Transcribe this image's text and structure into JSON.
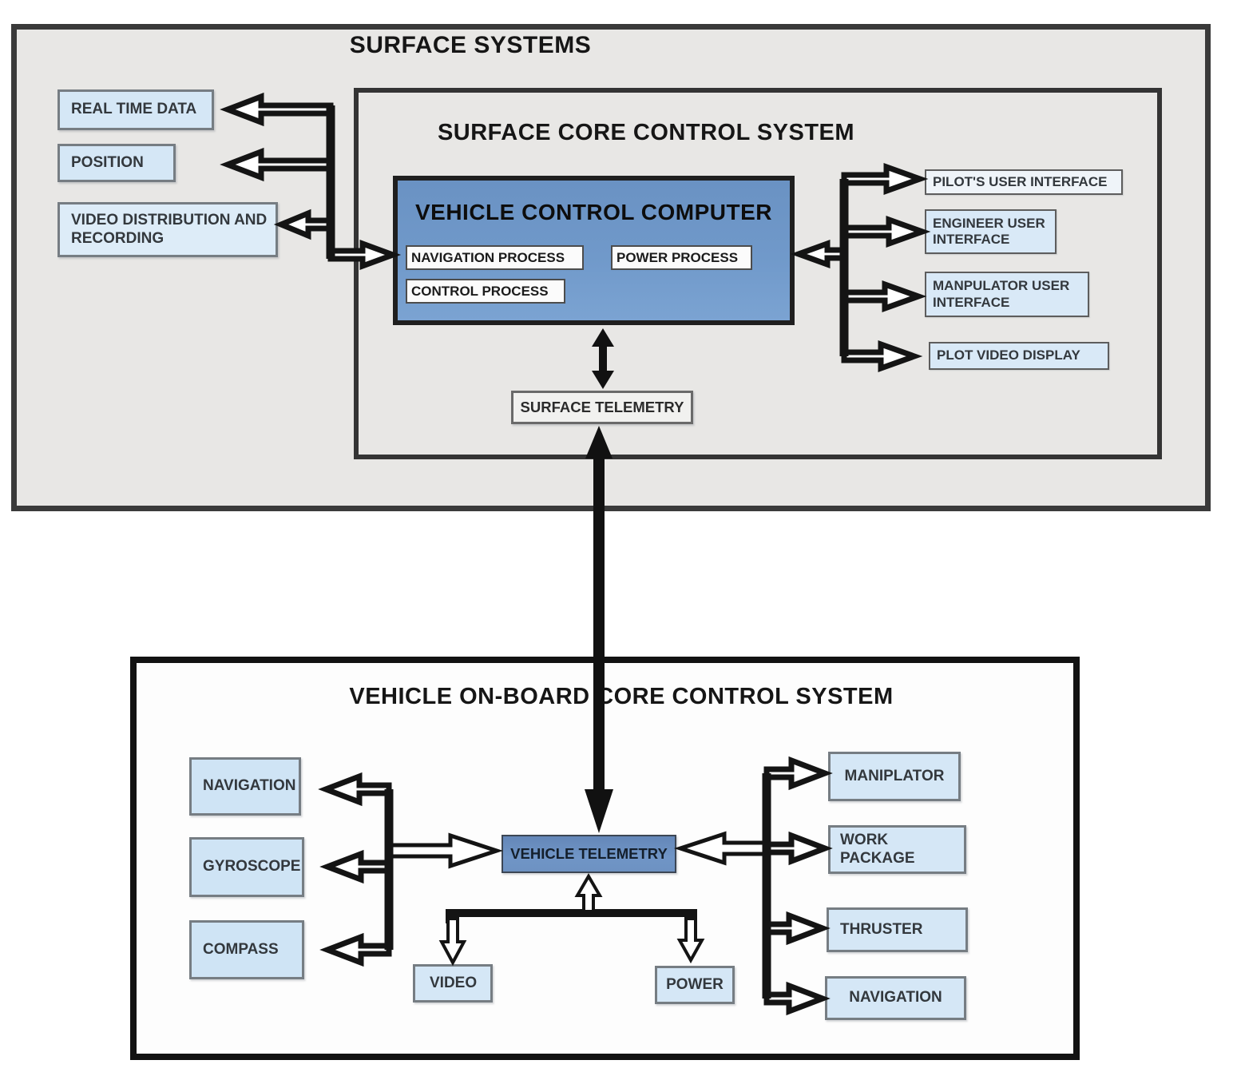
{
  "colors": {
    "panel_gray": "#e8e7e5",
    "box_blue_light": "#d5e7f6",
    "box_blue_lighter": "#ddecf8",
    "computer_blue": "#6e96c7",
    "line_black": "#141414"
  },
  "surface": {
    "title": "SURFACE SYSTEMS",
    "real_time_data": "REAL TIME DATA",
    "position": "POSITION",
    "video_distribution": "VIDEO DISTRIBUTION AND RECORDING",
    "core": {
      "title": "SURFACE CORE CONTROL SYSTEM",
      "computer_title": "VEHICLE CONTROL COMPUTER",
      "navigation_process": "NAVIGATION PROCESS",
      "power_process": "POWER PROCESS",
      "control_process": "CONTROL PROCESS",
      "surface_telemetry": "SURFACE TELEMETRY",
      "pilots_ui": "PILOT'S USER INTERFACE",
      "engineer_ui": "ENGINEER USER INTERFACE",
      "manipulator_ui": "MANPULATOR USER INTERFACE",
      "plot_video_display": "PLOT VIDEO DISPLAY"
    }
  },
  "vehicle": {
    "title": "VEHICLE ON-BOARD CORE CONTROL SYSTEM",
    "vehicle_telemetry": "VEHICLE TELEMETRY",
    "navigation": "NAVIGATION",
    "gyroscope": "GYROSCOPE",
    "compass": "COMPASS",
    "video": "VIDEO",
    "power": "POWER",
    "manipulator": "MANIPLATOR",
    "work_package": "WORK PACKAGE",
    "thruster": "THRUSTER",
    "navigation_right": "NAVIGATION"
  }
}
